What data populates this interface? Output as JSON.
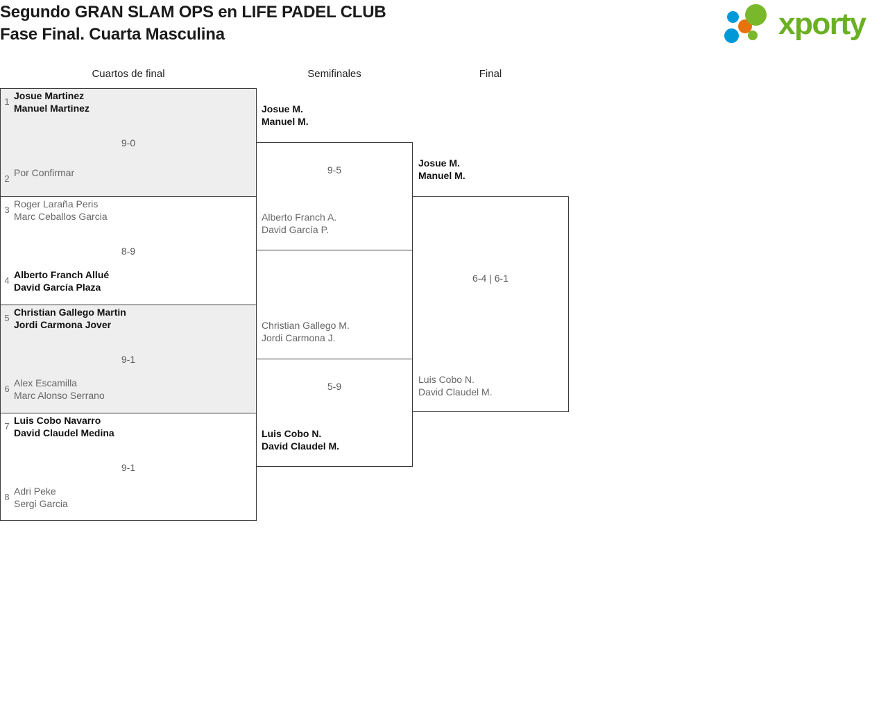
{
  "header": {
    "title_line1": "Segundo GRAN SLAM OPS en LIFE PADEL CLUB",
    "title_line2": "Fase Final. Cuarta Masculina",
    "logo_text": "xporty",
    "logo_colors": {
      "green": "#6ab023",
      "blue": "#0099d8",
      "orange": "#e8720c"
    }
  },
  "rounds": [
    {
      "label": "Cuartos de final"
    },
    {
      "label": "Semifinales"
    },
    {
      "label": "Final"
    }
  ],
  "quarterfinals": [
    {
      "top": {
        "seed": "1",
        "p1": "Josue Martinez",
        "p2": "Manuel Martinez",
        "winner": true
      },
      "bottom": {
        "seed": "2",
        "p1": "Por Confirmar",
        "p2": "",
        "winner": false
      },
      "score": "9-0"
    },
    {
      "top": {
        "seed": "3",
        "p1": "Roger Laraña Peris",
        "p2": "Marc Ceballos Garcia",
        "winner": false
      },
      "bottom": {
        "seed": "4",
        "p1": "Alberto Franch Allué",
        "p2": "David García Plaza",
        "winner": true
      },
      "score": "8-9"
    },
    {
      "top": {
        "seed": "5",
        "p1": "Christian Gallego Martin",
        "p2": "Jordi Carmona Jover",
        "winner": true
      },
      "bottom": {
        "seed": "6",
        "p1": "Alex Escamilla",
        "p2": "Marc Alonso Serrano",
        "winner": false
      },
      "score": "9-1"
    },
    {
      "top": {
        "seed": "7",
        "p1": "Luis Cobo Navarro",
        "p2": "David Claudel Medina",
        "winner": true
      },
      "bottom": {
        "seed": "8",
        "p1": "Adri Peke",
        "p2": "Sergi Garcia",
        "winner": false
      },
      "score": "9-1"
    }
  ],
  "semifinals": [
    {
      "top": {
        "p1": "Josue M.",
        "p2": "Manuel M.",
        "winner": true
      },
      "bottom": {
        "p1": "Alberto Franch A.",
        "p2": "David García P.",
        "winner": false
      },
      "score": "9-5"
    },
    {
      "top": {
        "p1": "Christian Gallego M.",
        "p2": "Jordi Carmona J.",
        "winner": false
      },
      "bottom": {
        "p1": "Luis Cobo N.",
        "p2": "David Claudel M.",
        "winner": true
      },
      "score": "5-9"
    }
  ],
  "final": {
    "top": {
      "p1": "Josue M.",
      "p2": "Manuel M.",
      "winner": true
    },
    "bottom": {
      "p1": "Luis Cobo N.",
      "p2": "David Claudel M.",
      "winner": false
    },
    "score": "6-4 | 6-1"
  }
}
